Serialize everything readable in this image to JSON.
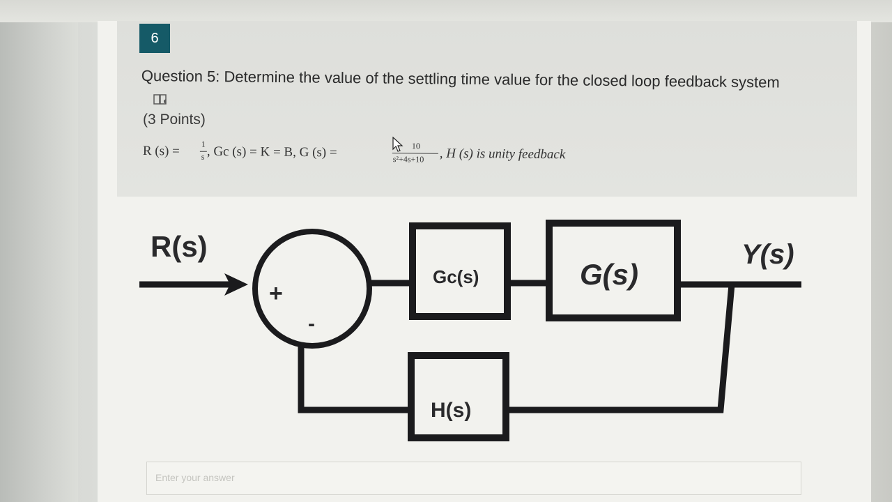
{
  "question": {
    "number": "6",
    "title": "Question 5: Determine the value of the settling time value for the closed loop feedback system",
    "points": "(3 Points)",
    "reader_icon": "immersive-reader-icon"
  },
  "equation": {
    "r_lhs": "R (s)  =",
    "r_num": "1",
    "r_den": "s",
    "gc_text": ",  Gc (s)  =  K  =  B,  G (s)  =",
    "g_num": "10",
    "g_den": "s²+4s+10",
    "h_text": ",  H (s)  is unity feedback"
  },
  "diagram": {
    "input_label": "R(s)",
    "output_label": "Y(s)",
    "plus_sign": "+",
    "minus_sign": "-",
    "controller_label": "Gc(s)",
    "plant_label": "G(s)",
    "feedback_label": "H(s)"
  },
  "answer": {
    "placeholder": "Enter your answer"
  },
  "colors": {
    "badge": "#155a67",
    "diagram_stroke": "#1b1b1d"
  }
}
